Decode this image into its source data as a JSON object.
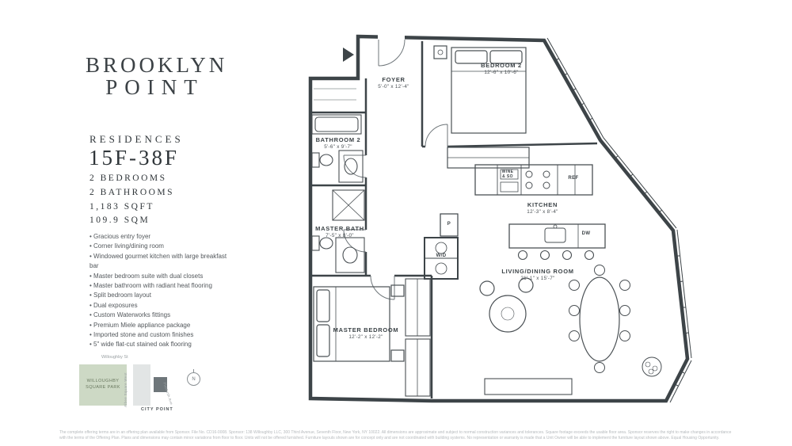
{
  "brand": {
    "line1": "BROOKLYN",
    "line2": "POINT"
  },
  "residences": {
    "label": "RESIDENCES",
    "units": "15F-38F",
    "bedrooms": "2 BEDROOMS",
    "bathrooms": "2 BATHROOMS",
    "sqft": "1,183 SQFT",
    "sqm": "109.9 SQM"
  },
  "features": [
    "Gracious entry foyer",
    "Corner living/dining room",
    "Windowed gourmet kitchen with large breakfast bar",
    "Master bedroom suite with dual closets",
    "Master bathroom with radiant heat flooring",
    "Split bedroom layout",
    "Dual exposures",
    "Custom Waterworks fittings",
    "Premium Miele appliance package",
    "Imported stone and custom finishes",
    "5\" wide flat-cut stained oak flooring"
  ],
  "rooms": [
    {
      "name": "FOYER",
      "dims": "5'-0\" x 12'-4\""
    },
    {
      "name": "BEDROOM 2",
      "dims": "12'-6\" x 10'-6\""
    },
    {
      "name": "BATHROOM 2",
      "dims": "5'-6\" x 9'-7\""
    },
    {
      "name": "MASTER BATH",
      "dims": "7'-5\" x 8'-0\""
    },
    {
      "name": "MASTER BEDROOM",
      "dims": "12'-2\" x 12'-2\""
    },
    {
      "name": "KITCHEN",
      "dims": "12'-3\" x 8'-4\""
    },
    {
      "name": "LIVING/DINING ROOM",
      "dims": "21'-1\" x 15'-7\""
    }
  ],
  "appliances": {
    "wd": "W/D",
    "wine_line1": "WINE",
    "wine_line2": "& SO",
    "ref": "REF",
    "dw": "DW",
    "pantry": "P"
  },
  "map": {
    "street_top": "Willoughby St",
    "street_left": "Albee Square West",
    "street_right": "Flatbush Ave",
    "park": "WILLOUGHBY SQUARE PARK",
    "landmark": "CITY POINT",
    "compass_n": "N"
  },
  "colors": {
    "wall": "#3d4448",
    "park_green": "#cdd9c5",
    "building_gray": "#6e767a"
  },
  "disclaimer": "The complete offering terms are in an offering plan available from Sponsor. File No. CD16-0008. Sponsor: 138 Willoughby LLC, 300 Third Avenue, Seventh Floor, New York, NY 10022. All dimensions are approximate and subject to normal construction variances and tolerances. Square footage exceeds the usable floor area. Sponsor reserves the right to make changes in accordance with the terms of the Offering Plan. Plans and dimensions may contain minor variations from floor to floor. Units will not be offered furnished. Furniture layouts shown are for concept only and are not coordinated with building systems. No representation or warranty is made that a Unit Owner will be able to implement the furniture layout shown above. Equal Housing Opportunity."
}
